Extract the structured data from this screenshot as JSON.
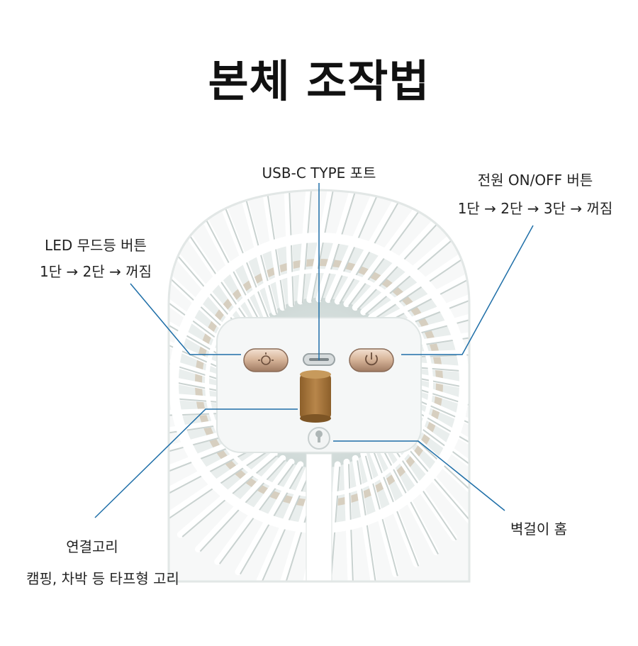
{
  "title": "본체 조작법",
  "labels": {
    "usb": "USB-C TYPE 포트",
    "power_title": "전원 ON/OFF 버튼",
    "power_steps": "1단 → 2단 → 3단 → 꺼짐",
    "led_title": "LED 무드등 버튼",
    "led_steps": "1단 → 2단 → 꺼짐",
    "ring_title": "연결고리",
    "ring_desc": "캠핑, 차박 등 타프형 고리",
    "wall_title": "벽걸이 홈"
  },
  "colors": {
    "leader_line": "#1f6fa8",
    "ring": "#a8763a",
    "panel": "#f4f6f6",
    "fan_body": "#eef2f1"
  }
}
